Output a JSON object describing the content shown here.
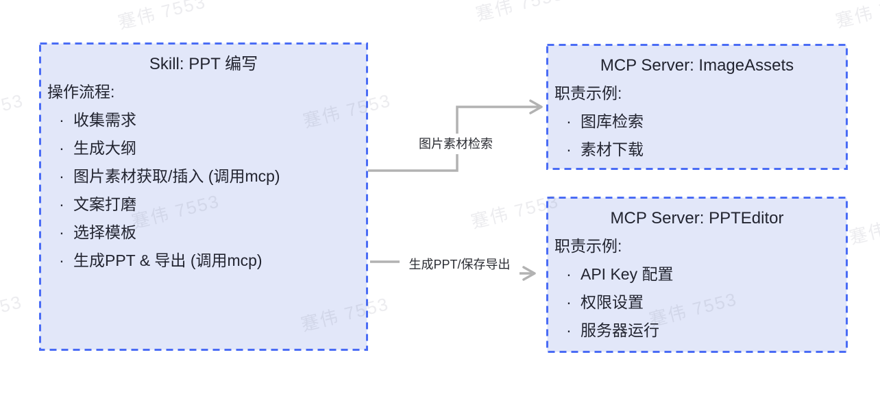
{
  "watermark": {
    "text": "蹇伟 7553"
  },
  "bullet": "·",
  "boxes": {
    "skill": {
      "title": "Skill: PPT 编写",
      "subtitle": "操作流程:",
      "items": [
        "收集需求",
        "生成大纲",
        "图片素材获取/插入 (调用mcp)",
        "文案打磨",
        "选择模板",
        "生成PPT & 导出 (调用mcp)"
      ]
    },
    "image_assets": {
      "title": "MCP Server: ImageAssets",
      "subtitle": "职责示例:",
      "items": [
        "图库检索",
        "素材下载"
      ]
    },
    "ppt_editor": {
      "title": "MCP Server: PPTEditor",
      "subtitle": "职责示例:",
      "items": [
        "API Key 配置",
        "权限设置",
        "服务器运行"
      ]
    }
  },
  "connectors": {
    "image_search": {
      "label": "图片素材检索"
    },
    "generate_export": {
      "label": "生成PPT/保存导出"
    }
  },
  "colors": {
    "box_fill": "#E2E7F9",
    "box_border": "#4A6CF5",
    "arrow": "#B2B2B2",
    "text": "#262626",
    "watermark_gray": "#E9EAEE"
  }
}
